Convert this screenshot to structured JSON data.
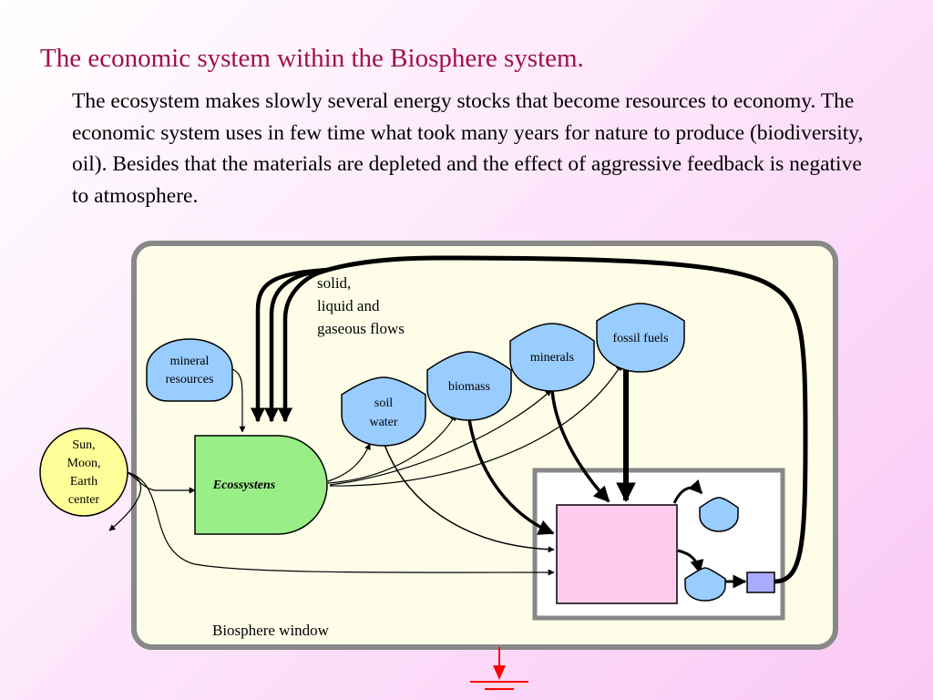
{
  "slide": {
    "title": "The economic system within the Biosphere system.",
    "body": "The ecosystem makes slowly several energy stocks that become resources to economy. The economic system uses in few time what took many years for nature to produce (biodiversity, oil). Besides that the materials are depleted and the effect of aggressive feedback is negative to atmosphere."
  },
  "diagram": {
    "window_label": "Biosphere window",
    "source": [
      "Sun,",
      "Moon,",
      "Earth",
      "center"
    ],
    "mineral_resources": [
      "mineral",
      "resources"
    ],
    "producer": "Ecossystens",
    "flows_label": [
      "solid,",
      "liquid and",
      "gaseous flows"
    ],
    "soil_water": [
      "soil",
      "water"
    ],
    "biomass": "biomass",
    "minerals": "minerals",
    "fossil_fuels": "fossil fuels",
    "colors": {
      "window_fill": "#fefee8",
      "window_border": "#888888",
      "source_fill": "#ffff99",
      "producer_fill": "#99ee88",
      "storage_fill": "#99ccff",
      "economy_fill": "#ffccee",
      "small_box_fill": "#aaaaff",
      "heat_sink": "#ff0000"
    }
  }
}
